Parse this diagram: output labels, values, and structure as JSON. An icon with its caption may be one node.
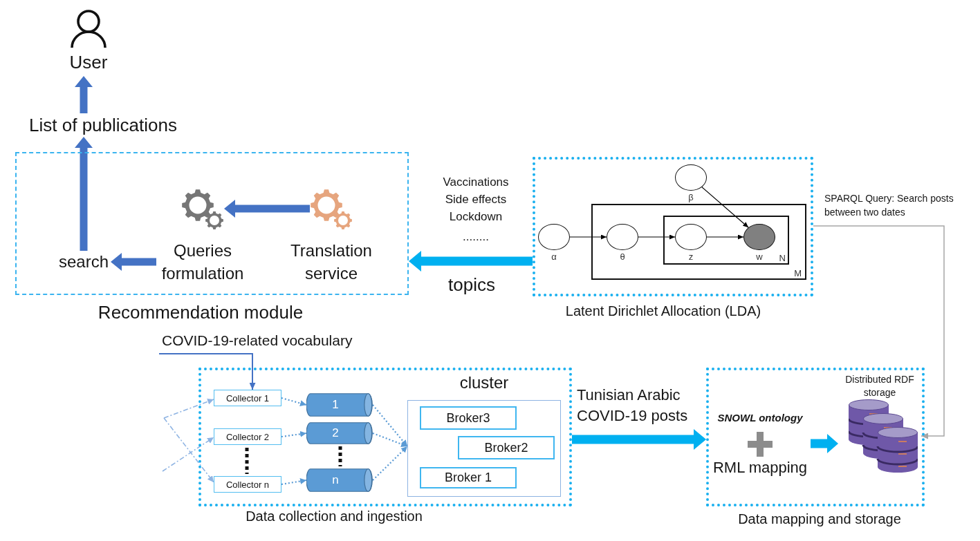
{
  "diagram": {
    "nodes": [
      {
        "text": [
          "User"
        ]
      },
      {
        "text": [
          "List of publications"
        ]
      },
      {
        "text": [
          "Recommendation module"
        ]
      },
      {
        "text": [
          "search"
        ],
        "in": 2
      },
      {
        "text": [
          "Queries formulation"
        ],
        "in": 2
      },
      {
        "text": [
          "Translation service"
        ],
        "in": 2
      },
      {
        "text": [
          "Latent Dirichlet Allocation (LDA)"
        ]
      },
      {
        "text": [
          "α"
        ],
        "in": 6
      },
      {
        "text": [
          "β"
        ],
        "in": 6
      },
      {
        "text": [
          "M"
        ],
        "in": 6
      },
      {
        "text": [
          "θ"
        ],
        "in": 9
      },
      {
        "text": [
          "N"
        ],
        "in": 9
      },
      {
        "text": [
          "z"
        ],
        "in": 11
      },
      {
        "text": [
          "w"
        ],
        "in": 11
      },
      {
        "text": [
          "Data collection and ingestion"
        ]
      },
      {
        "text": [
          "Collector 1"
        ],
        "in": 14
      },
      {
        "text": [
          "Collector 2"
        ],
        "in": 14
      },
      {
        "text": [
          "Collector n"
        ],
        "in": 14
      },
      {
        "text": [
          "1"
        ],
        "in": 14
      },
      {
        "text": [
          "2"
        ],
        "in": 14
      },
      {
        "text": [
          "n"
        ],
        "in": 14
      },
      {
        "text": [
          "cluster"
        ],
        "in": 14
      },
      {
        "text": [
          "Broker3"
        ],
        "in": 21
      },
      {
        "text": [
          "Broker2"
        ],
        "in": 21
      },
      {
        "text": [
          "Broker 1"
        ],
        "in": 21
      },
      {
        "text": [
          "Data mapping and storage"
        ]
      },
      {
        "text": [
          "SNOWL ontology",
          "RML mapping"
        ],
        "in": 25
      },
      {
        "text": [
          "Distributed RDF storage"
        ],
        "in": 25
      }
    ],
    "edges": [
      {
        "from": 5,
        "to": 4,
        "arrow": "to",
        "style": "thick",
        "color": "#4472c4"
      },
      {
        "from": 4,
        "to": 3,
        "arrow": "to",
        "style": "thick",
        "color": "#4472c4"
      },
      {
        "from": 3,
        "to": 1,
        "arrow": "to",
        "style": "thick",
        "color": "#4472c4"
      },
      {
        "from": 1,
        "to": 0,
        "arrow": "to",
        "style": "thick",
        "color": "#4472c4"
      },
      {
        "from": 6,
        "to": 2,
        "arrow": "to",
        "label": "topics",
        "style": "thick",
        "color": "#00b0f0"
      },
      {
        "from": 7,
        "to": 10,
        "arrow": "to",
        "color": "#000000"
      },
      {
        "from": 10,
        "to": 12,
        "arrow": "to",
        "color": "#000000"
      },
      {
        "from": 12,
        "to": 13,
        "arrow": "to",
        "color": "#000000"
      },
      {
        "from": 8,
        "to": 13,
        "arrow": "to",
        "color": "#000000"
      },
      {
        "from": 6,
        "to": 27,
        "arrow": "to",
        "label": "SPARQL Query: Search posts between two dates",
        "color": "#a6a6a6"
      },
      {
        "from": null,
        "to": 15,
        "arrow": "to",
        "label": "COVID-19-related vocabulary",
        "color": "#4472c4"
      },
      {
        "from": null,
        "to": 15,
        "arrow": "to",
        "style": "dashed",
        "color": "#8fb4e3"
      },
      {
        "from": null,
        "to": 17,
        "arrow": "to",
        "style": "dashed",
        "color": "#8fb4e3"
      },
      {
        "from": null,
        "to": 16,
        "arrow": "to",
        "style": "dashed",
        "color": "#8fb4e3"
      },
      {
        "from": 15,
        "to": 18,
        "arrow": "to",
        "style": "dashed"
      },
      {
        "from": 16,
        "to": 19,
        "arrow": "to",
        "style": "dashed"
      },
      {
        "from": 17,
        "to": 20,
        "arrow": "to",
        "style": "dashed"
      },
      {
        "from": 18,
        "to": 21,
        "arrow": "to",
        "style": "dashed"
      },
      {
        "from": 19,
        "to": 21,
        "arrow": "to",
        "style": "dashed"
      },
      {
        "from": 20,
        "to": 21,
        "arrow": "to",
        "style": "dashed"
      },
      {
        "from": 14,
        "to": 25,
        "arrow": "to",
        "label": "Tunisian Arabic COVID-19 posts",
        "style": "thick",
        "color": "#00b0f0"
      },
      {
        "from": 26,
        "to": 27,
        "arrow": "to",
        "style": "thick",
        "color": "#00b0f0"
      }
    ],
    "labels": [
      "Vaccinations",
      "Side effects",
      "Lockdown",
      "........"
    ]
  }
}
